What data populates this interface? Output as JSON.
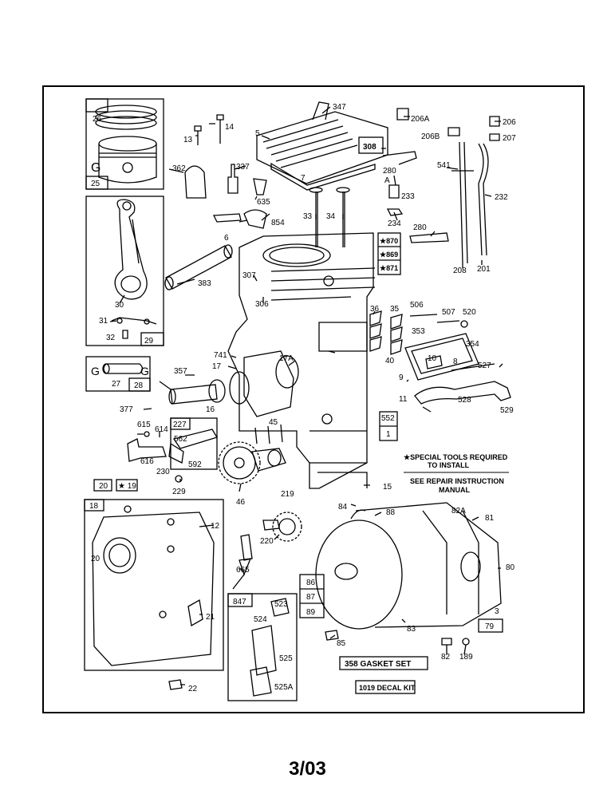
{
  "labels": {
    "l347": "347",
    "l206A": "206A",
    "l206": "206",
    "l207": "207",
    "l206B": "206B",
    "l14": "14",
    "l13": "13",
    "l5": "5",
    "l308": "308",
    "l26": "26",
    "lG1": "G",
    "l25": "25",
    "l362": "362",
    "l337": "337",
    "l635": "635",
    "l854": "854",
    "l6": "6",
    "l7": "7",
    "l280A": "280",
    "lA": "A",
    "l233": "233",
    "l234": "234",
    "l541": "541",
    "l232": "232",
    "l33": "33",
    "l34": "34",
    "l280": "280",
    "l870": "★870",
    "l869": "★869",
    "l871": "★871",
    "l208": "208",
    "l201": "201",
    "l30": "30",
    "l383": "383",
    "l307": "307",
    "l306": "306",
    "l31": "31",
    "l32": "32",
    "l29": "29",
    "l36": "36",
    "l35": "35",
    "l506": "506",
    "l507": "507",
    "l520": "520",
    "l353": "353",
    "l354": "354",
    "l741": "741",
    "l17": "17",
    "l17A": "17A",
    "l10": "10",
    "l8": "8",
    "l9": "9",
    "l40": "40",
    "l527": "527",
    "lG2": "G",
    "lG3": "G",
    "l27": "27",
    "l28": "28",
    "l357": "357",
    "l11": "11",
    "l528": "528",
    "l529": "529",
    "l377": "377",
    "l16": "16",
    "l615": "615",
    "l614": "614",
    "l227": "227",
    "l562": "562",
    "l45": "45",
    "l552": "552",
    "l1": "1",
    "l616": "616",
    "l592": "592",
    "l230": "230",
    "l229": "229",
    "l46": "46",
    "l15": "15",
    "l20": "20",
    "l19": "★ 19",
    "l18": "18",
    "l12": "12",
    "l219": "219",
    "l84": "84",
    "l88": "88",
    "l82A": "82A",
    "l81": "81",
    "l220": "220",
    "l80": "80",
    "l665": "665",
    "l86": "86",
    "l87": "87",
    "l89": "89",
    "l3": "3",
    "l79": "79",
    "l83": "83",
    "l85": "85",
    "l847": "847",
    "l523": "523",
    "l524": "524",
    "l525": "525",
    "l525A": "525A",
    "l21": "21",
    "l22": "22",
    "l82": "82",
    "l189": "189",
    "l20b": "20"
  },
  "notes": {
    "special_tools_line1": "★SPECIAL TOOLS REQUIRED",
    "special_tools_line2": "TO INSTALL",
    "repair_line1": "SEE REPAIR INSTRUCTION",
    "repair_line2": "MANUAL",
    "gasket_set": "358 GASKET SET",
    "decal_kit": "1019 DECAL KIT"
  },
  "footer": {
    "date": "3/03"
  },
  "colors": {
    "ink": "#000000",
    "paper": "#ffffff"
  }
}
